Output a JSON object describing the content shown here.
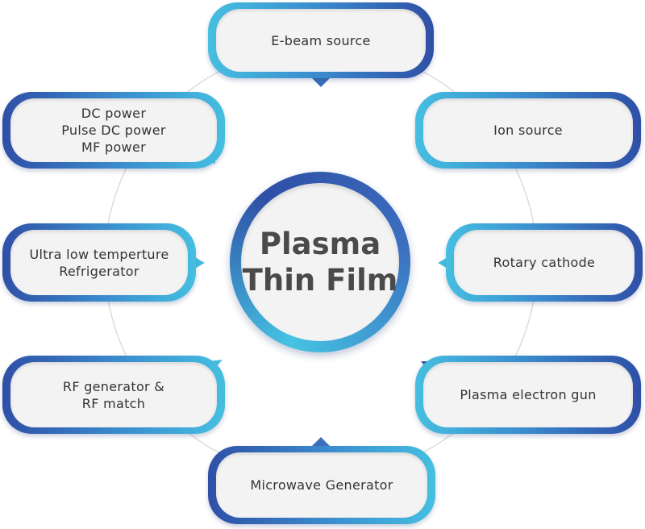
{
  "center": {
    "line1": "Plasma",
    "line2": "Thin Film"
  },
  "nodes": {
    "ebeam": {
      "label": "E-beam source"
    },
    "ion": {
      "label": "Ion source"
    },
    "dc": {
      "line1": "DC power",
      "line2": "Pulse DC power",
      "line3": "MF power"
    },
    "ult": {
      "line1": "Ultra low temperture",
      "line2": "Refrigerator"
    },
    "rotary": {
      "label": "Rotary cathode"
    },
    "rf": {
      "line1": "RF generator &",
      "line2": "RF match"
    },
    "peg": {
      "label": "Plasma electron gun"
    },
    "microwave": {
      "label": "Microwave Generator"
    }
  },
  "colors": {
    "blue_dark": "#2f4fa6",
    "blue_mid": "#3b8fcf",
    "cyan": "#45bfe0",
    "inner_fill": "#f3f3f4",
    "ring": "#d8d8d8",
    "text": "#333333"
  }
}
